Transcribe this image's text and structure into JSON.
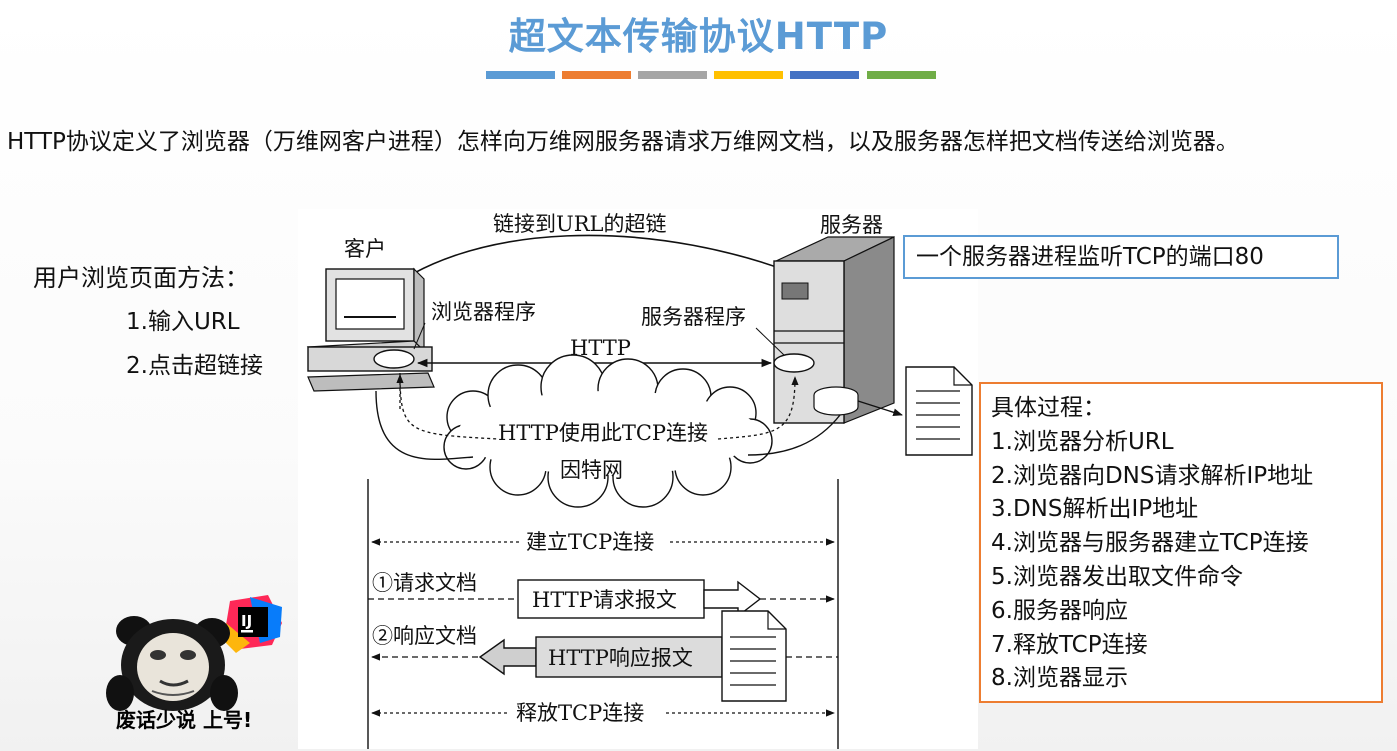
{
  "title": "超文本传输协议HTTP",
  "title_bar_colors": [
    "#5b9bd5",
    "#ed7d31",
    "#a5a5a5",
    "#ffc000",
    "#4472c4",
    "#70ad47"
  ],
  "intro": "HTTP协议定义了浏览器（万维网客户进程）怎样向万维网服务器请求万维网文档，以及服务器怎样把文档传送给浏览器。",
  "left": {
    "title": "用户浏览页面方法：",
    "items": [
      "1.输入URL",
      "2.点击超链接"
    ]
  },
  "diagram": {
    "hyperlink_label": "链接到URL的超链",
    "client_label": "客户",
    "server_label": "服务器",
    "browser_program": "浏览器程序",
    "server_program": "服务器程序",
    "http_label": "HTTP",
    "tcp_usage": "HTTP使用此TCP连接",
    "internet": "因特网",
    "establish_tcp": "建立TCP连接",
    "request_doc": "①请求文档",
    "request_msg": "HTTP请求报文",
    "response_doc": "②响应文档",
    "response_msg": "HTTP响应报文",
    "release_tcp": "释放TCP连接"
  },
  "server_note": "一个服务器进程监听TCP的端口80",
  "process": {
    "title": "具体过程：",
    "steps": [
      "1.浏览器分析URL",
      "2.浏览器向DNS请求解析IP地址",
      "3.DNS解析出IP地址",
      "4.浏览器与服务器建立TCP连接",
      "5.浏览器发出取文件命令",
      "6.服务器响应",
      "7.释放TCP连接",
      "8.浏览器显示"
    ]
  },
  "sticker": {
    "caption": "废话少说 上号!",
    "logo_text": "IJ"
  }
}
